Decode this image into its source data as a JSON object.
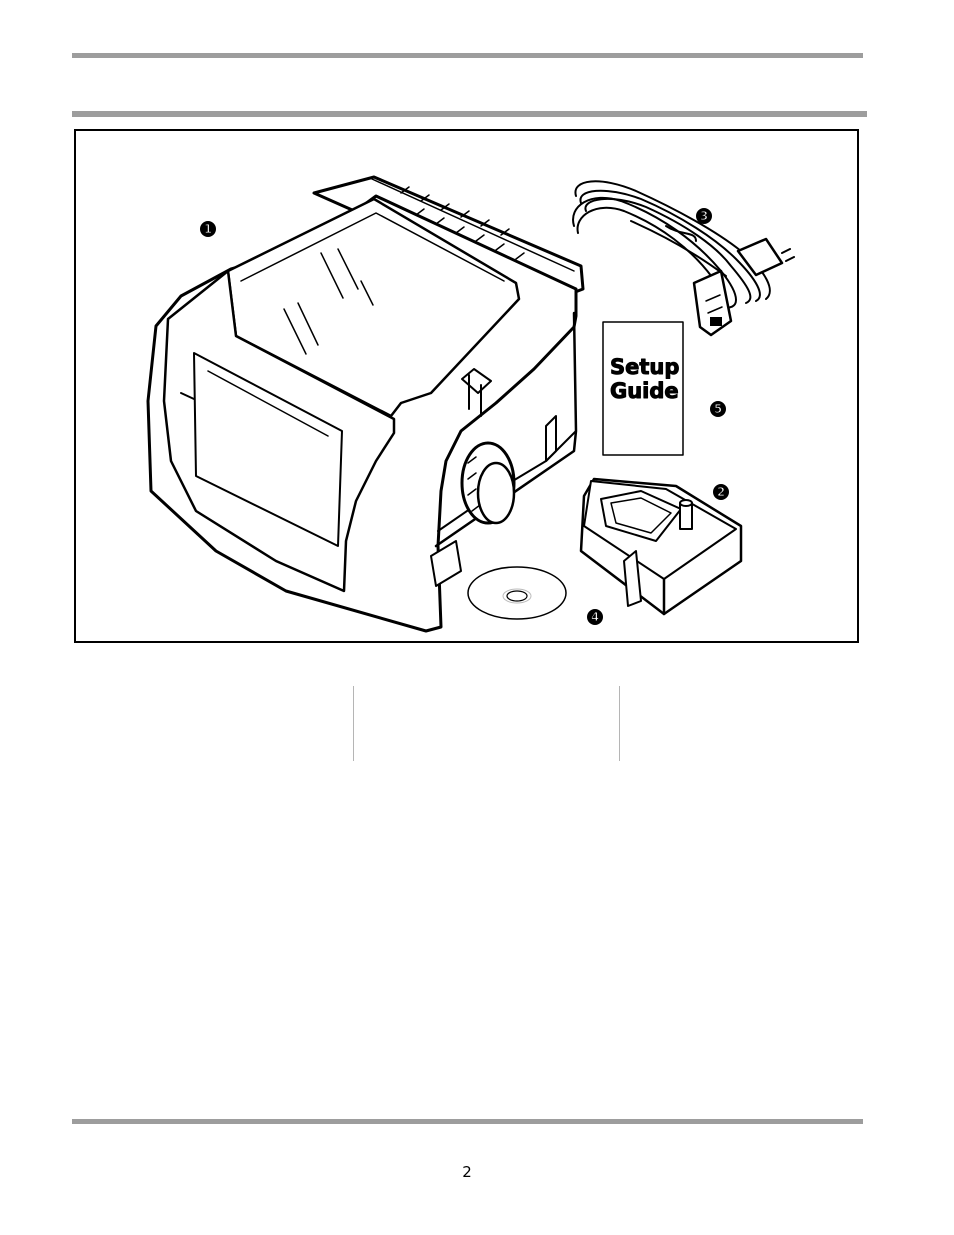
{
  "figure": {
    "guide_line1": "Setup",
    "guide_line2": "Guide",
    "callouts": {
      "printer": "1",
      "ribbon": "2",
      "power_cord": "3",
      "cd": "4",
      "setup_guide": "5"
    }
  },
  "footer": {
    "page_number": "2"
  }
}
